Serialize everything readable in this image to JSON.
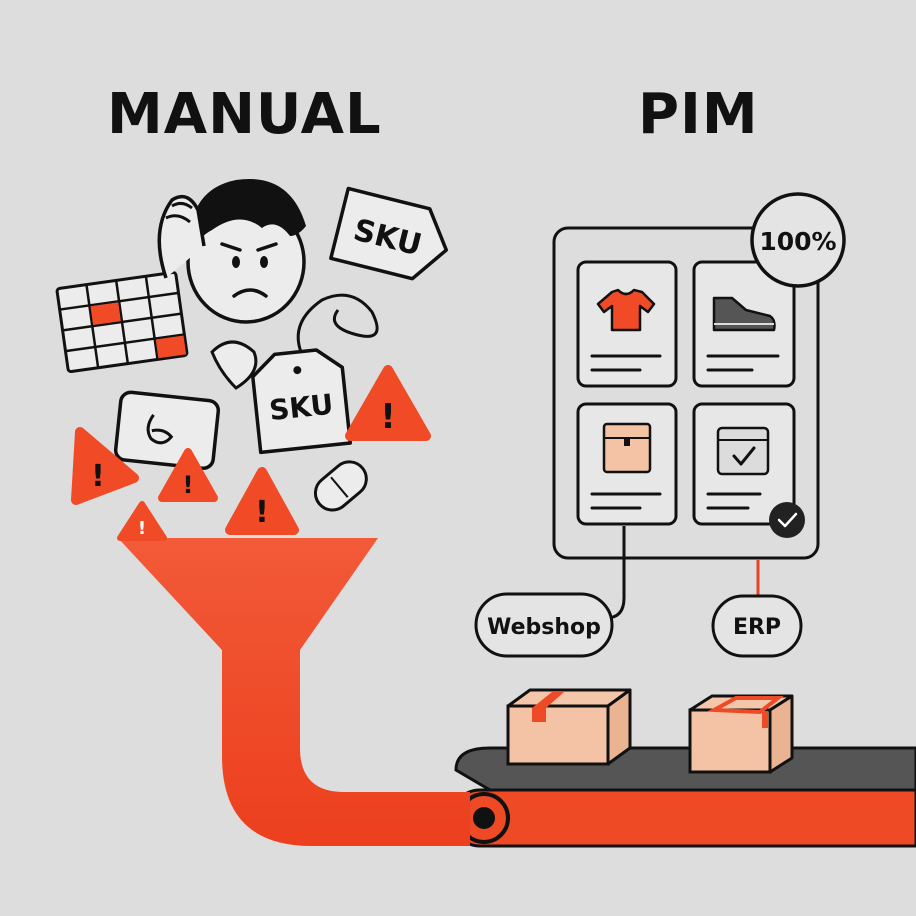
{
  "titles": {
    "manual": "MANUAL",
    "pim": "PIM"
  },
  "manual_side": {
    "tags": [
      "SKU",
      "SKU"
    ],
    "warning_glyph": "!",
    "icons": [
      "confused-person-icon",
      "spreadsheet-icon",
      "sku-tag-icon",
      "warning-icon",
      "funnel-icon"
    ]
  },
  "pim_side": {
    "completeness_badge": "100%",
    "products": [
      {
        "icon": "t-shirt-icon",
        "color": "#f04a26"
      },
      {
        "icon": "sneaker-icon",
        "color": "#555555"
      },
      {
        "icon": "box-icon",
        "color": "#f4c2a4"
      },
      {
        "icon": "checklist-box-icon",
        "color": "#dcdcdc"
      }
    ],
    "outputs": [
      "Webshop",
      "ERP"
    ]
  },
  "colors": {
    "accent": "#f04a26",
    "background": "#dddddd",
    "ink": "#111111",
    "box": "#f4c2a4",
    "belt": "#555555"
  }
}
